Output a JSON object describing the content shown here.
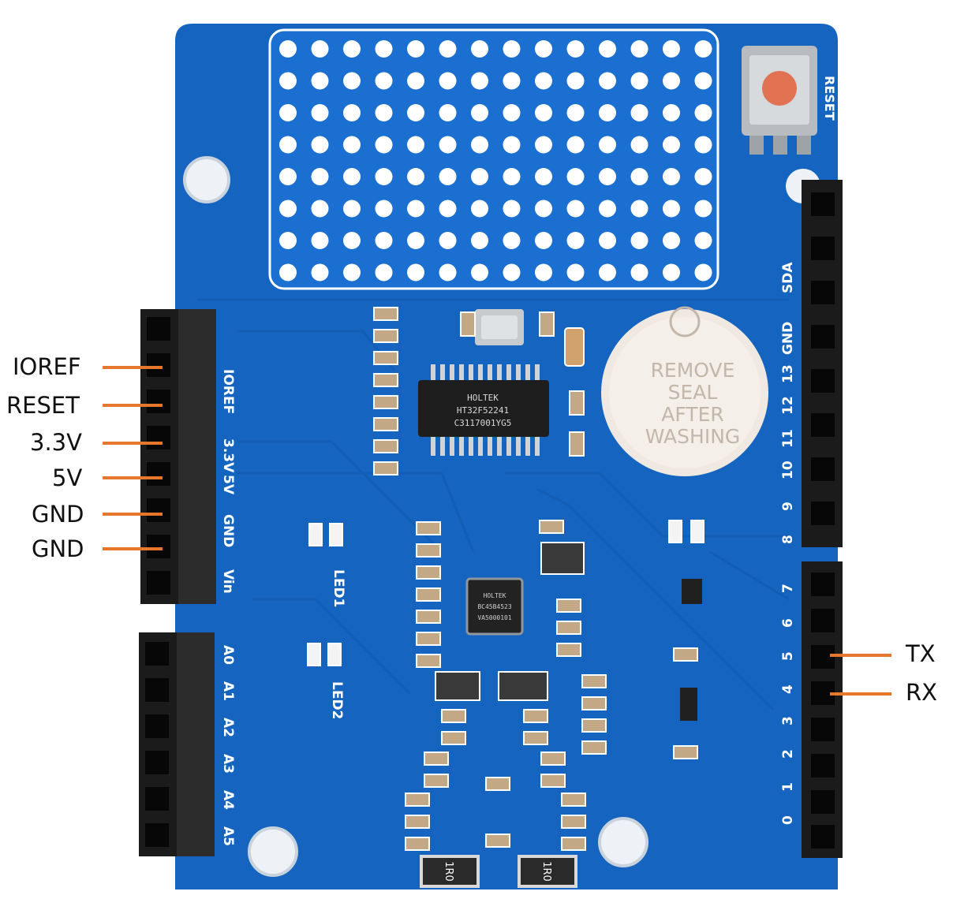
{
  "board": {
    "pcb_color": "#1565c0",
    "silkscreen_color": "#ffffff",
    "power_pins": [
      "IOREF",
      "3.3V",
      "5V",
      "GND",
      "Vin"
    ],
    "analog_pins": [
      "A0",
      "A1",
      "A2",
      "A3",
      "A4",
      "A5"
    ],
    "digital_pins_upper": [
      "SDA",
      "GND",
      "13",
      "12",
      "11",
      "10",
      "9",
      "8"
    ],
    "digital_pins_lower": [
      "7",
      "6",
      "5",
      "4",
      "3",
      "2",
      "1",
      "0"
    ],
    "reset_label": "RESET",
    "led1_label": "LED1",
    "led2_label": "LED2",
    "buzzer_text": [
      "REMOVE",
      "SEAL",
      "AFTER",
      "WASHING"
    ],
    "chip_main": [
      "HOLTEK",
      "HT32F52241",
      "C3117001YG5"
    ],
    "chip_qfn": [
      "HOLTEK",
      "BC45B4523",
      "VA5000101"
    ],
    "inductor_label": "1R0"
  },
  "callouts": {
    "color": "#e8772e",
    "left": [
      "IOREF",
      "RESET",
      "3.3V",
      "5V",
      "GND",
      "GND"
    ],
    "right": [
      "TX",
      "RX"
    ]
  }
}
